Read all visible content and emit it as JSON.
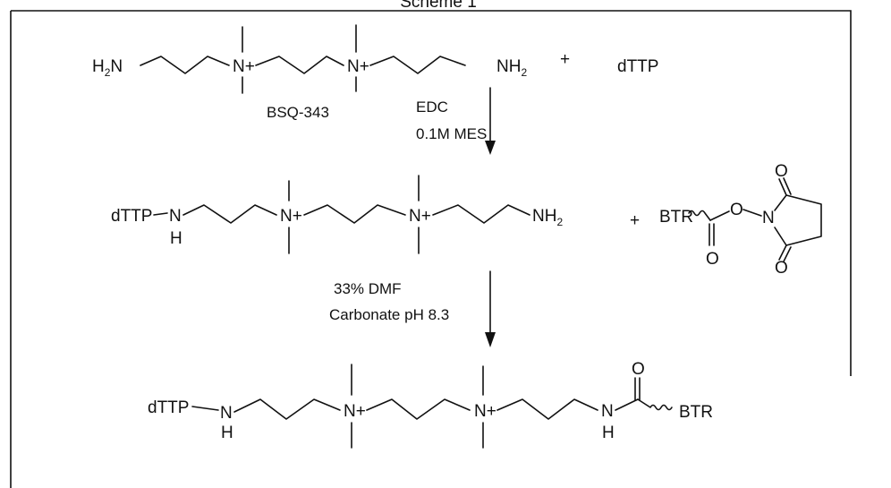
{
  "header": {
    "title": "Scheme 1"
  },
  "reaction_1": {
    "left_amine": {
      "main": "H",
      "sub": "2",
      "tail": "N"
    },
    "n_plus_1": "N+",
    "n_plus_2": "N+",
    "right_amine": {
      "main": "NH",
      "sub": "2"
    },
    "plus": "+",
    "reagent": "dTTP",
    "compound_name": "BSQ-343",
    "conditions": [
      "EDC",
      "0.1M MES"
    ]
  },
  "reaction_2": {
    "prefix": "dTTP",
    "nh_n": "N",
    "nh_h": "H",
    "n_plus_1": "N+",
    "n_plus_2": "N+",
    "right_amine": {
      "main": "NH",
      "sub": "2"
    },
    "plus": "+",
    "ester": {
      "group": "BTR",
      "o_carbonyl": "O",
      "o_link": "O",
      "n": "N",
      "o_top": "O",
      "o_bottom": "O"
    },
    "conditions": [
      "33% DMF",
      "Carbonate pH 8.3"
    ]
  },
  "product": {
    "prefix": "dTTP",
    "nh_n": "N",
    "nh_h": "H",
    "n_plus_1": "N+",
    "n_plus_2": "N+",
    "amide_n": "N",
    "amide_h": "H",
    "amide_o": "O",
    "group": "BTR"
  }
}
